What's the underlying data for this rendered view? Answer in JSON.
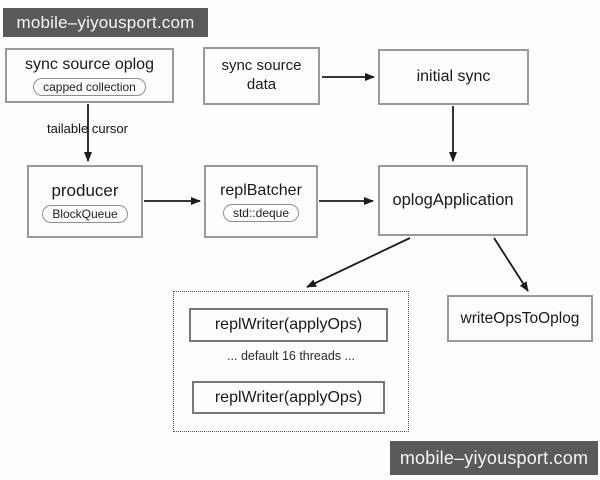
{
  "watermarks": {
    "top": "mobile–yiyousport.com",
    "bottom": "mobile–yiyousport.com"
  },
  "colors": {
    "watermark_bg": "#5a5a5c",
    "watermark_text": "#f5f5f5",
    "box_border": "#9a9a9a",
    "arrow": "#1c1c1c"
  },
  "nodes": {
    "sync_source_oplog": {
      "label": "sync source oplog",
      "tag": "capped collection"
    },
    "sync_source_data": {
      "label": "sync source data"
    },
    "initial_sync": {
      "label": "initial sync"
    },
    "producer": {
      "label": "producer",
      "tag": "BlockQueue"
    },
    "repl_batcher": {
      "label": "replBatcher",
      "tag": "std::deque"
    },
    "oplog_application": {
      "label": "oplogApplication"
    },
    "repl_writer_1": {
      "label": "replWriter(applyOps)"
    },
    "repl_writer_2": {
      "label": "replWriter(applyOps)"
    },
    "write_ops_to_oplog": {
      "label": "writeOpsToOplog"
    }
  },
  "edge_labels": {
    "tailable_cursor": "tailable cursor",
    "default_threads": "... default 16 threads ..."
  }
}
